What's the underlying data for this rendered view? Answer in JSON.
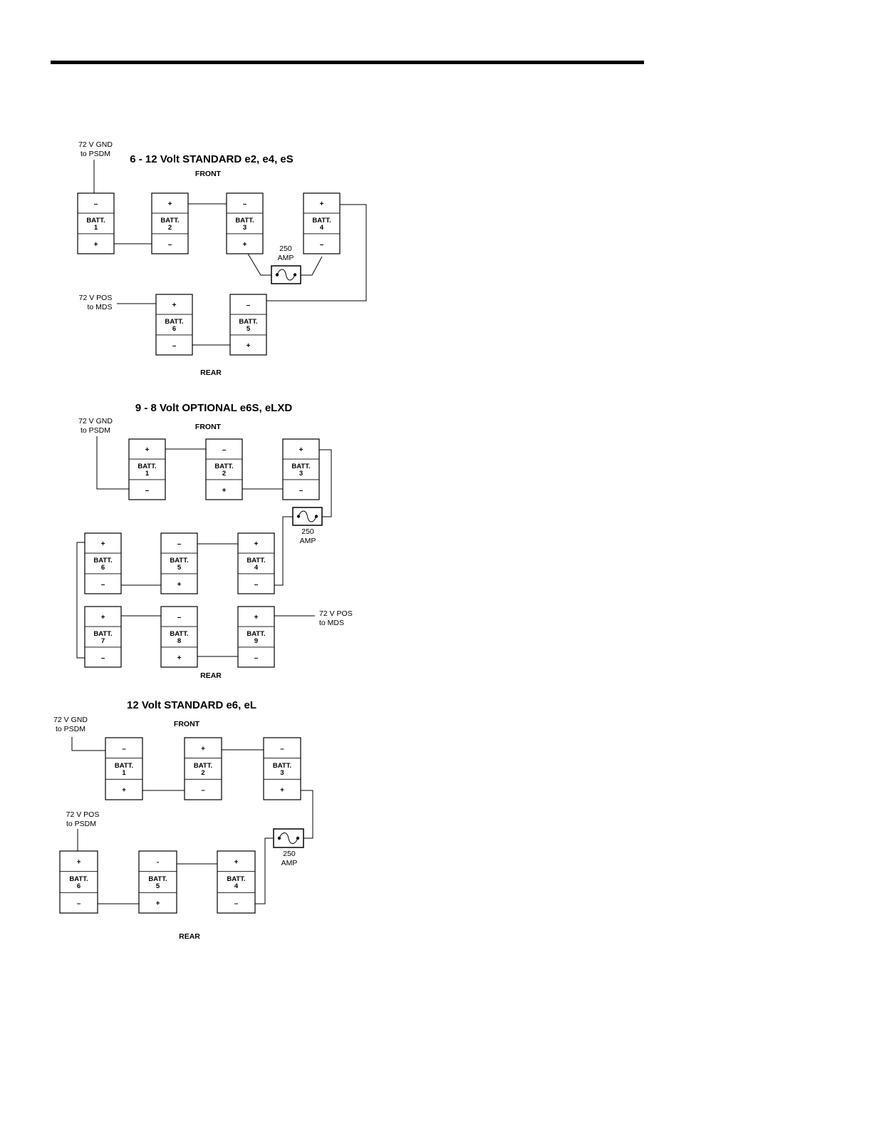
{
  "battery_label": "BATT.",
  "fuse_rating": [
    "250",
    "AMP"
  ],
  "sections": [
    {
      "title": "6 - 12 Volt STANDARD e2, e4, eS",
      "front_label": "FRONT",
      "rear_label": "REAR",
      "gnd_label": [
        "72 V GND",
        "to PSDM"
      ],
      "pos_label": [
        "72 V POS",
        "to MDS"
      ],
      "batteries": [
        {
          "num": "1",
          "top": "–",
          "bottom": "+"
        },
        {
          "num": "2",
          "top": "+",
          "bottom": "–"
        },
        {
          "num": "3",
          "top": "–",
          "bottom": "+"
        },
        {
          "num": "4",
          "top": "+",
          "bottom": "–"
        },
        {
          "num": "6",
          "top": "+",
          "bottom": "–"
        },
        {
          "num": "5",
          "top": "–",
          "bottom": "+"
        }
      ]
    },
    {
      "title": "9 - 8 Volt OPTIONAL e6S, eLXD",
      "front_label": "FRONT",
      "rear_label": "REAR",
      "gnd_label": [
        "72 V GND",
        "to PSDM"
      ],
      "pos_label": [
        "72 V POS",
        "to MDS"
      ],
      "batteries": [
        {
          "num": "1",
          "top": "+",
          "bottom": "–"
        },
        {
          "num": "2",
          "top": "–",
          "bottom": "+"
        },
        {
          "num": "3",
          "top": "+",
          "bottom": "–"
        },
        {
          "num": "6",
          "top": "+",
          "bottom": "–"
        },
        {
          "num": "5",
          "top": "–",
          "bottom": "+"
        },
        {
          "num": "4",
          "top": "+",
          "bottom": "–"
        },
        {
          "num": "7",
          "top": "+",
          "bottom": "–"
        },
        {
          "num": "8",
          "top": "–",
          "bottom": "+"
        },
        {
          "num": "9",
          "top": "+",
          "bottom": "–"
        }
      ]
    },
    {
      "title": "12 Volt STANDARD e6, eL",
      "front_label": "FRONT",
      "rear_label": "REAR",
      "gnd_label": [
        "72 V GND",
        "to PSDM"
      ],
      "pos_label": [
        "72 V POS",
        "to PSDM"
      ],
      "batteries": [
        {
          "num": "1",
          "top": "–",
          "bottom": "+"
        },
        {
          "num": "2",
          "top": "+",
          "bottom": "–"
        },
        {
          "num": "3",
          "top": "–",
          "bottom": "+"
        },
        {
          "num": "6",
          "top": "+",
          "bottom": "–"
        },
        {
          "num": "5",
          "top": "-",
          "bottom": "+"
        },
        {
          "num": "4",
          "top": "+",
          "bottom": "–"
        }
      ]
    }
  ]
}
